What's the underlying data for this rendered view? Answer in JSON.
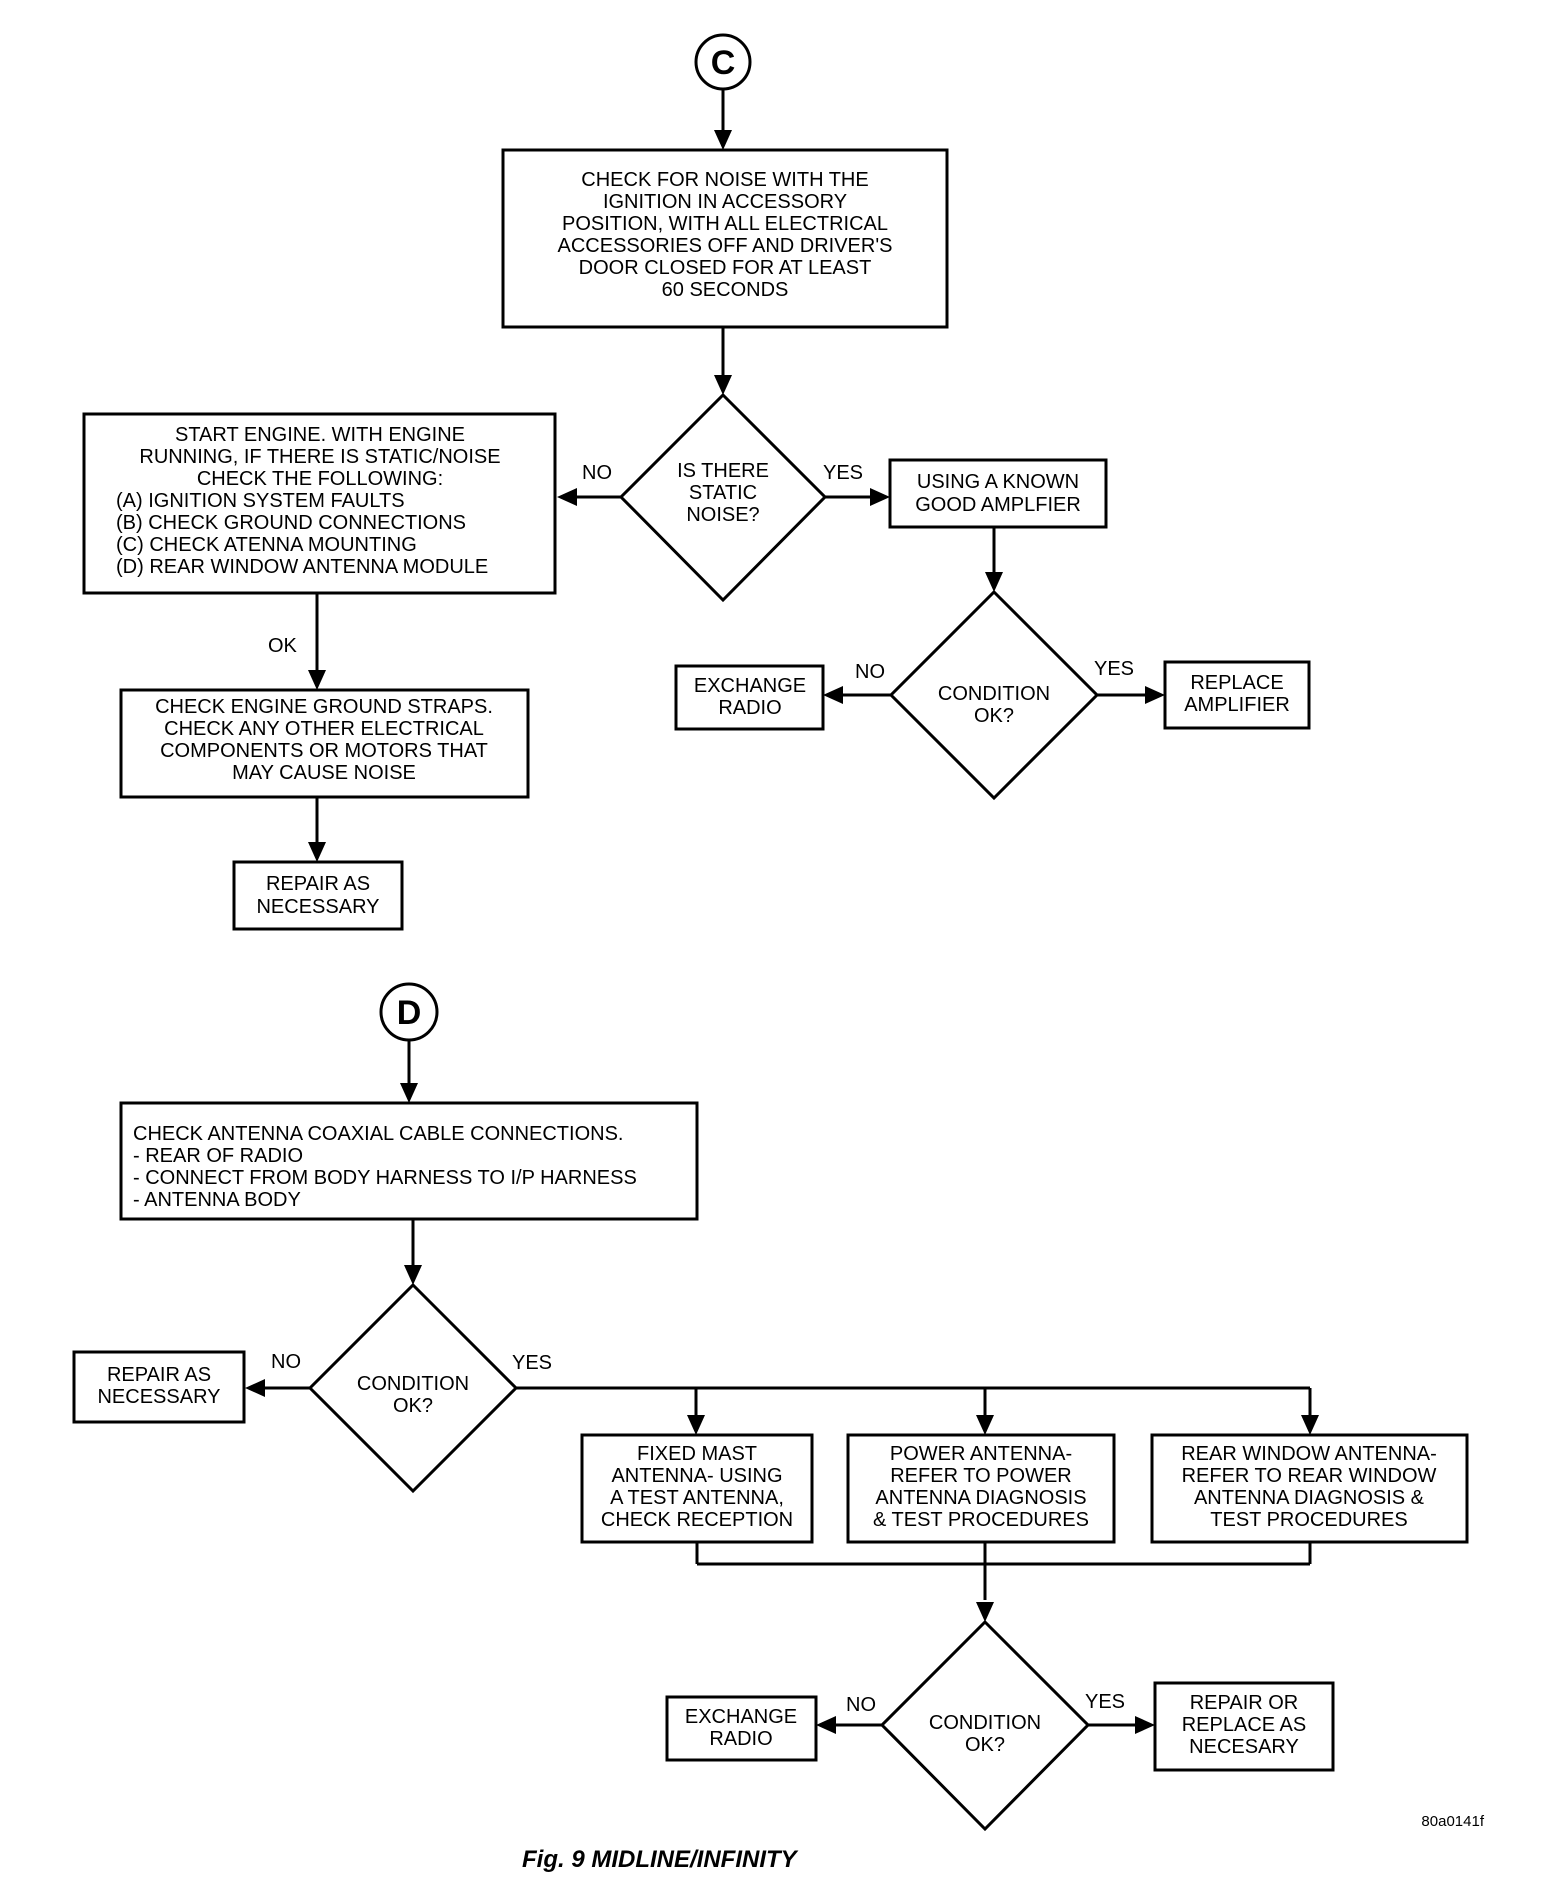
{
  "connectors": {
    "c": "C",
    "d": "D"
  },
  "section_c": {
    "check_noise": [
      "CHECK FOR NOISE WITH THE",
      "IGNITION IN ACCESSORY",
      "POSITION, WITH ALL ELECTRICAL",
      "ACCESSORIES OFF AND DRIVER'S",
      "DOOR CLOSED FOR AT LEAST",
      "60 SECONDS"
    ],
    "static_question": [
      "IS THERE",
      "STATIC",
      "NOISE?"
    ],
    "start_engine": [
      "START ENGINE.  WITH ENGINE",
      "RUNNING, IF THERE IS STATIC/NOISE",
      "CHECK THE FOLLOWING:"
    ],
    "start_engine_list": [
      "(A) IGNITION SYSTEM FAULTS",
      "(B) CHECK GROUND CONNECTIONS",
      "(C) CHECK ATENNA MOUNTING",
      "(D) REAR WINDOW ANTENNA MODULE"
    ],
    "known_amp": [
      "USING A KNOWN",
      "GOOD AMPLFIER"
    ],
    "condition": [
      "CONDITION",
      "OK?"
    ],
    "exchange_radio": [
      "EXCHANGE",
      "RADIO"
    ],
    "replace_amp": [
      "REPLACE",
      "AMPLIFIER"
    ],
    "ground_straps": [
      "CHECK ENGINE GROUND STRAPS.",
      "CHECK ANY OTHER ELECTRICAL",
      "COMPONENTS OR MOTORS THAT",
      "MAY CAUSE NOISE"
    ],
    "repair": [
      "REPAIR AS",
      "NECESSARY"
    ]
  },
  "section_d": {
    "coax_check": [
      "CHECK ANTENNA COAXIAL CABLE CONNECTIONS.",
      "- REAR OF RADIO",
      "- CONNECT FROM BODY HARNESS TO I/P HARNESS",
      "- ANTENNA BODY"
    ],
    "condition_1": [
      "CONDITION",
      "OK?"
    ],
    "repair": [
      "REPAIR AS",
      "NECESSARY"
    ],
    "fixed_mast": [
      "FIXED MAST",
      "ANTENNA- USING",
      "A TEST ANTENNA,",
      "CHECK RECEPTION"
    ],
    "power_antenna": [
      "POWER ANTENNA-",
      "REFER TO POWER",
      "ANTENNA DIAGNOSIS",
      "& TEST PROCEDURES"
    ],
    "rear_window": [
      "REAR WINDOW ANTENNA-",
      "REFER TO REAR WINDOW",
      "ANTENNA DIAGNOSIS &",
      "TEST PROCEDURES"
    ],
    "condition_2": [
      "CONDITION",
      "OK?"
    ],
    "exchange_radio": [
      "EXCHANGE",
      "RADIO"
    ],
    "repair_replace": [
      "REPAIR OR",
      "REPLACE AS",
      "NECESARY"
    ]
  },
  "labels": {
    "no": "NO",
    "yes": "YES",
    "ok": "OK"
  },
  "code": "80a0141f",
  "caption": "Fig. 9 MIDLINE/INFINITY"
}
